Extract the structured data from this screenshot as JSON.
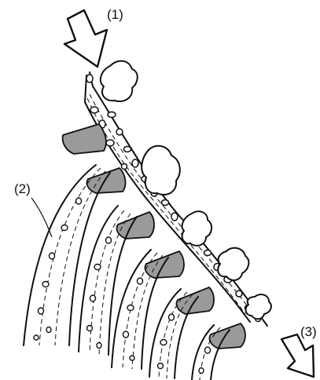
{
  "labels": {
    "inflow": "(1)",
    "branch": "(2)",
    "outflow": "(3)"
  },
  "colors": {
    "ink": "#111111",
    "background": "#ffffff",
    "fin_fill": "#9a9a9a",
    "arrow_fill": "#ffffff"
  }
}
